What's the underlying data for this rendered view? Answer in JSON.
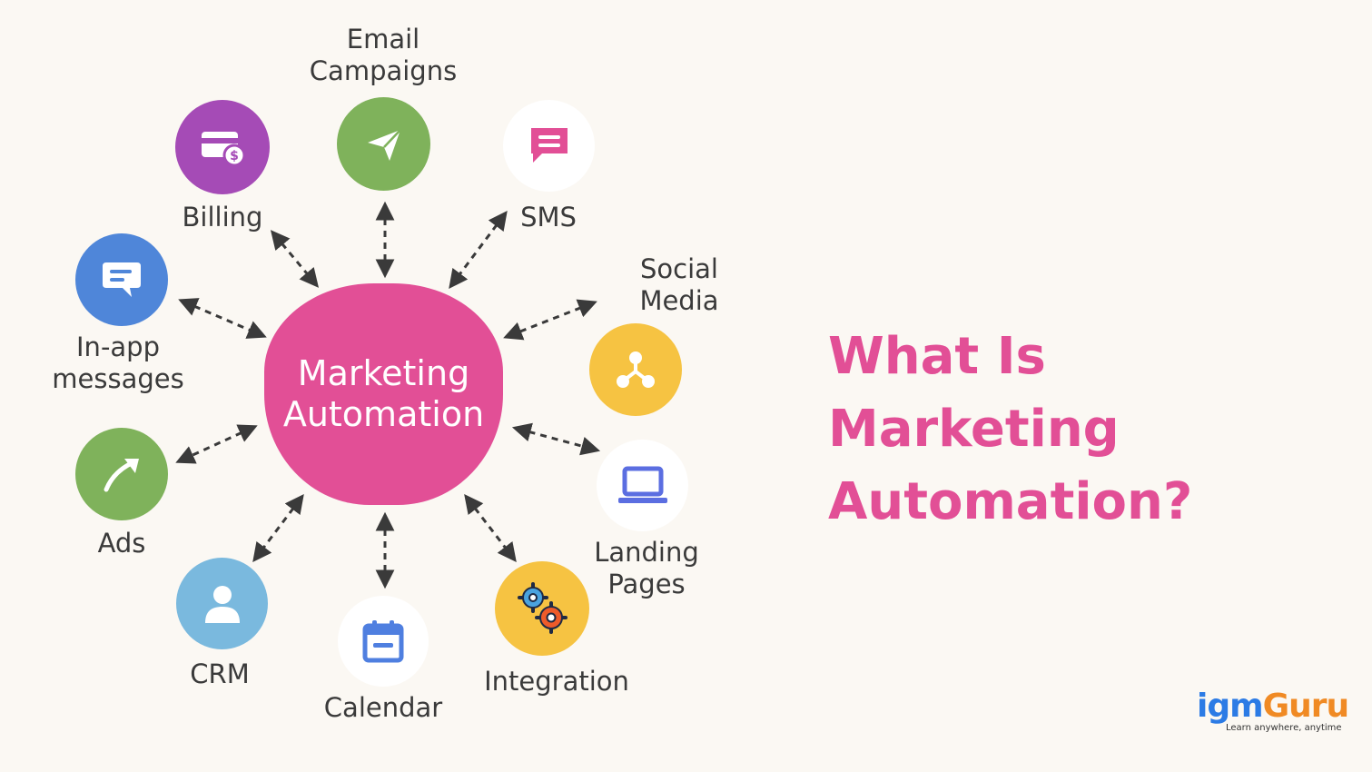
{
  "hub": {
    "label": "Marketing\nAutomation",
    "color": "#e24f96"
  },
  "title": "What Is Marketing\nAutomation?",
  "logo": {
    "part1": "igm",
    "part2": "Guru",
    "tagline": "Learn anywhere, anytime"
  },
  "nodes": [
    {
      "id": "email",
      "label": "Email\nCampaigns",
      "icon": "paper-plane-icon",
      "color": "#7fb25b"
    },
    {
      "id": "sms",
      "label": "SMS",
      "icon": "chat-bubble-icon",
      "color": "#e24f96"
    },
    {
      "id": "social",
      "label": "Social\nMedia",
      "icon": "share-nodes-icon",
      "color": "#f6c342"
    },
    {
      "id": "landing",
      "label": "Landing\nPages",
      "icon": "laptop-icon",
      "color": "#5b6ee1"
    },
    {
      "id": "integration",
      "label": "Integration",
      "icon": "gears-icon",
      "color": "#f6c342"
    },
    {
      "id": "calendar",
      "label": "Calendar",
      "icon": "calendar-icon",
      "color": "#4f7fe0"
    },
    {
      "id": "crm",
      "label": "CRM",
      "icon": "user-icon",
      "color": "#7ab9de"
    },
    {
      "id": "ads",
      "label": "Ads",
      "icon": "trend-arrow-icon",
      "color": "#7fb25b"
    },
    {
      "id": "inapp",
      "label": "In-app\nmessages",
      "icon": "message-icon",
      "color": "#4f86d9"
    },
    {
      "id": "billing",
      "label": "Billing",
      "icon": "credit-card-icon",
      "color": "#a54bb6"
    }
  ]
}
